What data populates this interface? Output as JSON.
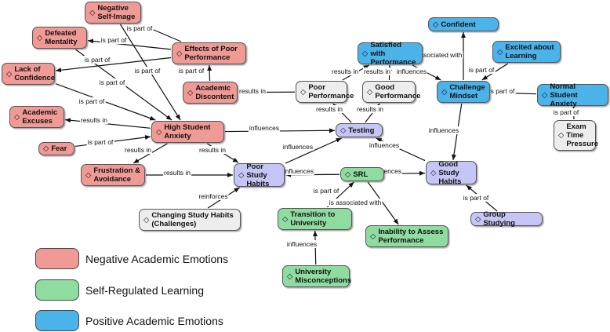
{
  "colors": {
    "negative": "#ef9a94",
    "positive": "#4bb3ea",
    "srl": "#8fdca0",
    "behavior": "#c5c5f6",
    "neutral": "#ededed"
  },
  "node_glyph": "◇",
  "nodes": {
    "negative_self_image": "Negative\nSelf-Image",
    "defeated_mentality": "Defeated\nMentality",
    "lack_of_confidence": "Lack of\nConfidence",
    "effects_poor_performance": "Effects of Poor\nPerformance",
    "academic_discontent": "Academic\nDiscontent",
    "academic_excuses": "Academic\nExcuses",
    "fear": "Fear",
    "high_student_anxiety": "High Student\nAnxiety",
    "frustration_avoidance": "Frustration &\nAvoidance",
    "poor_study_habits": "Poor\nStudy Habits",
    "changing_study_habits": "Changing Study Habits\n(Challenges)",
    "srl": "SRL",
    "transition_university": "Transition to\nUniversity",
    "university_misconceptions": "University\nMisconceptions",
    "inability_assess": "Inability to Assess\nPerformance",
    "testing": "Testing",
    "poor_performance": "Poor\nPerformance",
    "good_performance": "Good\nPerformance",
    "satisfied_performance": "Satisfied with\nPerformance",
    "confident": "Confident",
    "excited_learning": "Excited about\nLearning",
    "challenge_mindset": "Challenge\nMindset",
    "normal_student_anxiety": "Normal\nStudent Anxiety",
    "exam_time_pressure": "Exam\nTime\nPressure",
    "good_study_habits": "Good\nStudy Habits",
    "group_studying": "Group Studying"
  },
  "edge_labels": {
    "is_part_of": "is part of",
    "results_in": "results in",
    "influences": "influences",
    "is_associated_with": "is associated with",
    "reinforces": "reinforces"
  },
  "legend": [
    {
      "label": "Negative Academic Emotions",
      "color": "#ef9a94"
    },
    {
      "label": "Self-Regulated Learning",
      "color": "#8fdca0"
    },
    {
      "label": "Positive Academic Emotions",
      "color": "#4bb3ea"
    }
  ]
}
